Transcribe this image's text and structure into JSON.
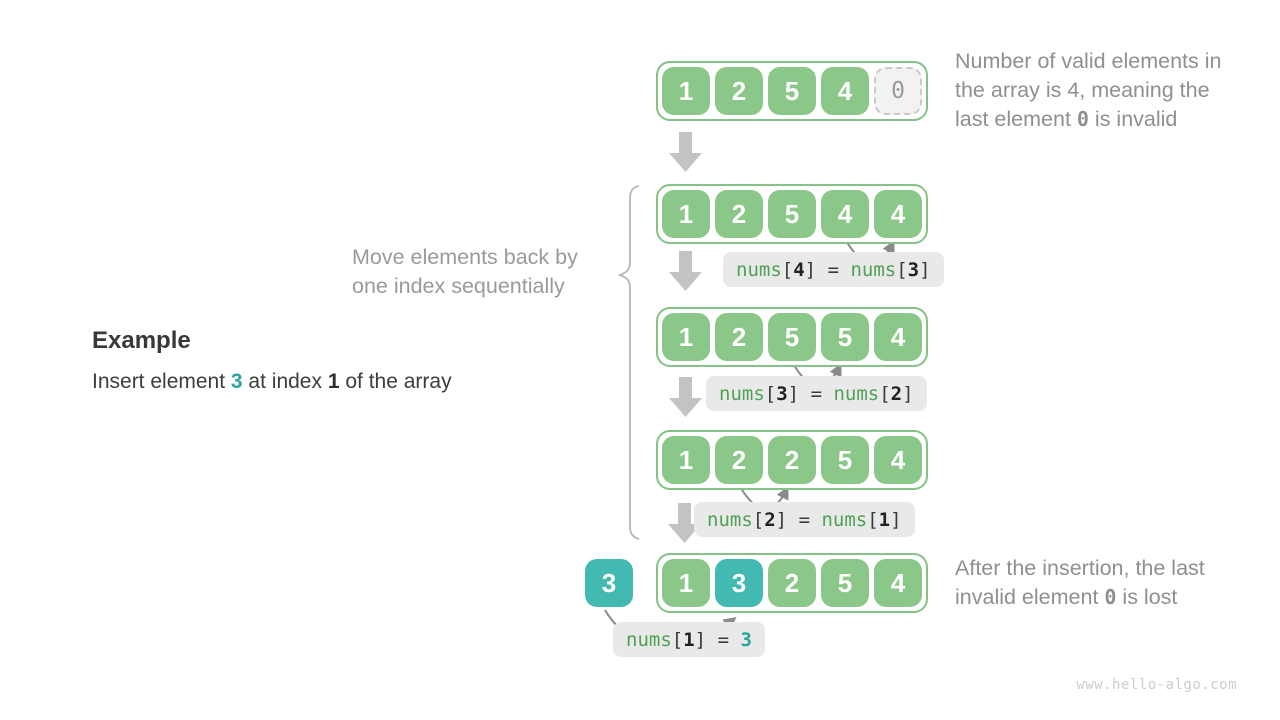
{
  "watermark": "www.hello-algo.com",
  "colors": {
    "cell_green": "#8bc788",
    "array_border_green": "#85c287",
    "cell_teal": "#42b9b1",
    "ghost_bg": "#f2f2f2",
    "ghost_border": "#c9c9c9",
    "ghost_text": "#9a9a9a",
    "label_bg": "#e9e9e9",
    "code_green": "#4fa155",
    "code_dark": "#3a3a3a",
    "teal_text": "#2ba69e",
    "note_grey": "#8f8f8f",
    "block_arrow_grey": "#c3c3c3",
    "arc_grey": "#8a8a8a",
    "brace_grey": "#b5b5b5"
  },
  "example": {
    "title": "Example",
    "desc": [
      {
        "t": "Insert element "
      },
      {
        "t": "3",
        "c": "t-teal"
      },
      {
        "t": " at index "
      },
      {
        "t": "1",
        "c": "t-bold"
      },
      {
        "t": " of the array"
      }
    ]
  },
  "move_note": {
    "lines": [
      {
        "parts": [
          {
            "t": "Move elements back by"
          }
        ]
      },
      {
        "parts": [
          {
            "t": "one index sequentially"
          }
        ]
      }
    ]
  },
  "top_note": {
    "lines": [
      {
        "parts": [
          {
            "t": "Number of valid elements in"
          }
        ]
      },
      {
        "parts": [
          {
            "t": "the array is 4, meaning the"
          }
        ]
      },
      {
        "parts": [
          {
            "t": "last element "
          },
          {
            "t": "0",
            "c": "t-mono"
          },
          {
            "t": " is invalid"
          }
        ]
      }
    ]
  },
  "bottom_note": {
    "lines": [
      {
        "parts": [
          {
            "t": "After the insertion, the last"
          }
        ]
      },
      {
        "parts": [
          {
            "t": "invalid element "
          },
          {
            "t": "0",
            "c": "t-mono"
          },
          {
            "t": " is lost"
          }
        ]
      }
    ]
  },
  "inserted": {
    "v": "3"
  },
  "rows": [
    {
      "cells": [
        {
          "v": "1",
          "type": "green"
        },
        {
          "v": "2",
          "type": "green"
        },
        {
          "v": "5",
          "type": "green"
        },
        {
          "v": "4",
          "type": "green"
        },
        {
          "v": "0",
          "type": "ghost"
        }
      ]
    },
    {
      "cells": [
        {
          "v": "1",
          "type": "green"
        },
        {
          "v": "2",
          "type": "green"
        },
        {
          "v": "5",
          "type": "green"
        },
        {
          "v": "4",
          "type": "green"
        },
        {
          "v": "4",
          "type": "green"
        }
      ]
    },
    {
      "cells": [
        {
          "v": "1",
          "type": "green"
        },
        {
          "v": "2",
          "type": "green"
        },
        {
          "v": "5",
          "type": "green"
        },
        {
          "v": "5",
          "type": "green"
        },
        {
          "v": "4",
          "type": "green"
        }
      ]
    },
    {
      "cells": [
        {
          "v": "1",
          "type": "green"
        },
        {
          "v": "2",
          "type": "green"
        },
        {
          "v": "2",
          "type": "green"
        },
        {
          "v": "5",
          "type": "green"
        },
        {
          "v": "4",
          "type": "green"
        }
      ]
    },
    {
      "cells": [
        {
          "v": "1",
          "type": "green"
        },
        {
          "v": "3",
          "type": "teal"
        },
        {
          "v": "2",
          "type": "green"
        },
        {
          "v": "5",
          "type": "green"
        },
        {
          "v": "4",
          "type": "green"
        }
      ]
    }
  ],
  "labels": [
    {
      "parts": [
        {
          "t": "nums",
          "c": "c-fn"
        },
        {
          "t": "[",
          "c": "c-p"
        },
        {
          "t": "4",
          "c": "c-idx"
        },
        {
          "t": "]",
          "c": "c-p"
        },
        {
          "t": " = ",
          "c": "c-p"
        },
        {
          "t": "nums",
          "c": "c-fn"
        },
        {
          "t": "[",
          "c": "c-p"
        },
        {
          "t": "3",
          "c": "c-idx"
        },
        {
          "t": "]",
          "c": "c-p"
        }
      ]
    },
    {
      "parts": [
        {
          "t": "nums",
          "c": "c-fn"
        },
        {
          "t": "[",
          "c": "c-p"
        },
        {
          "t": "3",
          "c": "c-idx"
        },
        {
          "t": "]",
          "c": "c-p"
        },
        {
          "t": " = ",
          "c": "c-p"
        },
        {
          "t": "nums",
          "c": "c-fn"
        },
        {
          "t": "[",
          "c": "c-p"
        },
        {
          "t": "2",
          "c": "c-idx"
        },
        {
          "t": "]",
          "c": "c-p"
        }
      ]
    },
    {
      "parts": [
        {
          "t": "nums",
          "c": "c-fn"
        },
        {
          "t": "[",
          "c": "c-p"
        },
        {
          "t": "2",
          "c": "c-idx"
        },
        {
          "t": "]",
          "c": "c-p"
        },
        {
          "t": " = ",
          "c": "c-p"
        },
        {
          "t": "nums",
          "c": "c-fn"
        },
        {
          "t": "[",
          "c": "c-p"
        },
        {
          "t": "1",
          "c": "c-idx"
        },
        {
          "t": "]",
          "c": "c-p"
        }
      ]
    },
    {
      "parts": [
        {
          "t": "nums",
          "c": "c-fn"
        },
        {
          "t": "[",
          "c": "c-p"
        },
        {
          "t": "1",
          "c": "c-idx"
        },
        {
          "t": "]",
          "c": "c-p"
        },
        {
          "t": " = ",
          "c": "c-p"
        },
        {
          "t": "3",
          "c": "c-teal"
        }
      ]
    }
  ]
}
